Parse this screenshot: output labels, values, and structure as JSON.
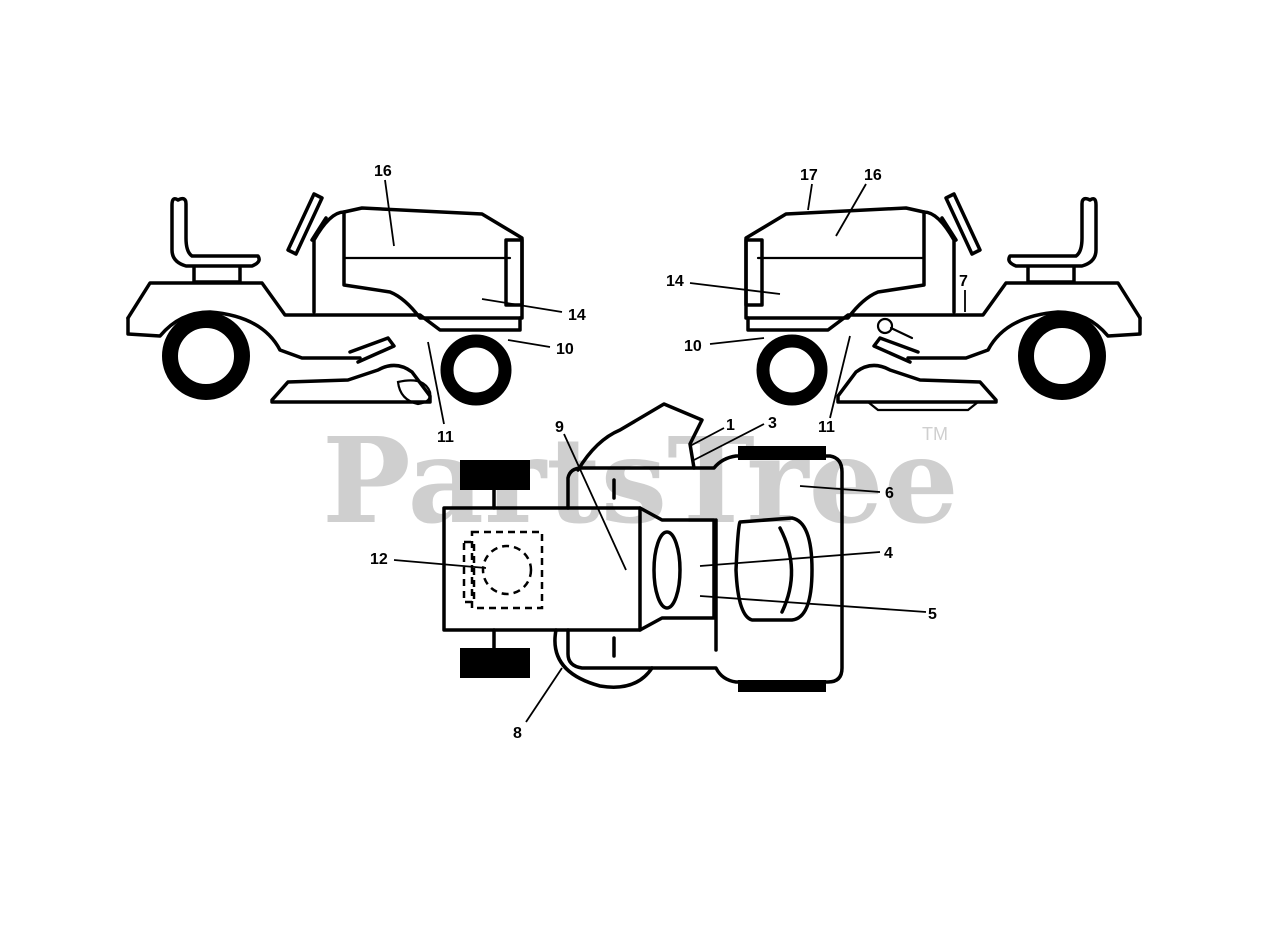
{
  "watermark": {
    "text": "PartsTree",
    "trademark": "TM"
  },
  "callouts": {
    "left_16": "16",
    "left_14": "14",
    "left_10": "10",
    "left_11": "11",
    "right_17": "17",
    "right_16": "16",
    "right_14": "14",
    "right_7": "7",
    "right_10": "10",
    "right_11": "11",
    "top_9": "9",
    "top_1": "1",
    "top_3": "3",
    "top_6": "6",
    "top_12": "12",
    "top_4": "4",
    "top_5": "5",
    "top_8": "8"
  }
}
